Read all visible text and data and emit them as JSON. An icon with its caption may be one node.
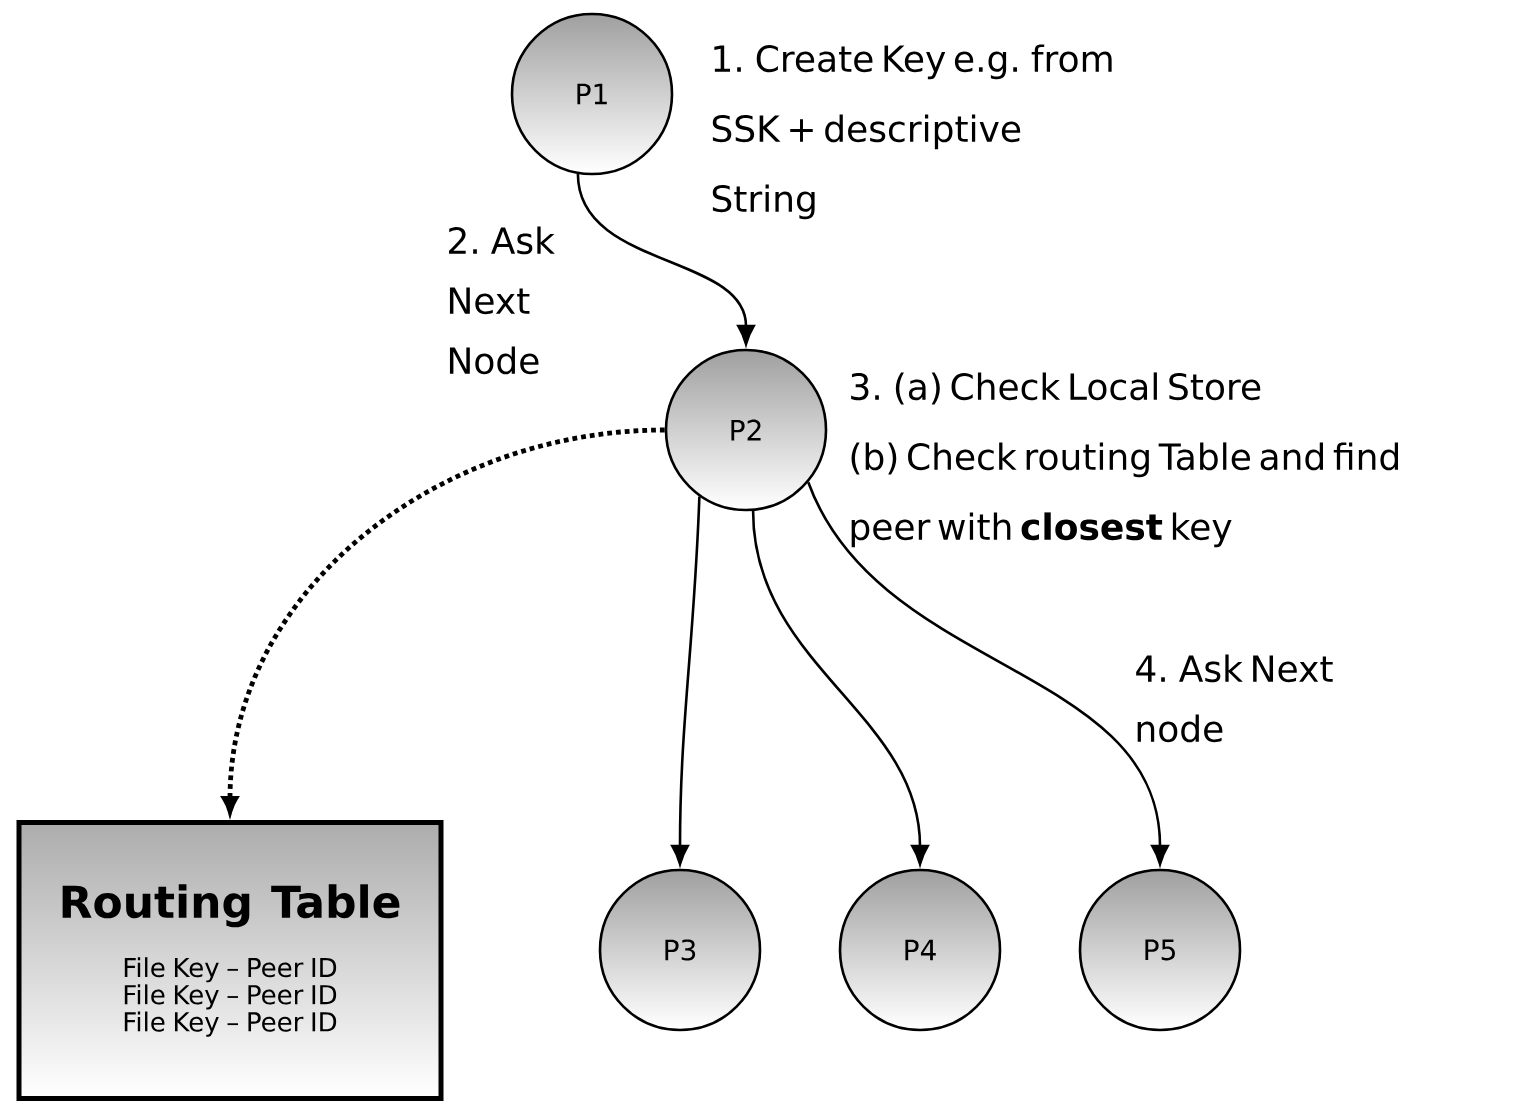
{
  "diagram": {
    "nodes": [
      {
        "text": [
          "P1"
        ],
        "beside": [
          "1. Create Key e.g. from SSK + descriptive String"
        ]
      },
      {
        "text": [
          "P2"
        ],
        "beside": [
          "3. (a) Check Local Store",
          "(b) Check routing Table and find peer with **closest** key"
        ]
      },
      {
        "text": [
          "Routing Table",
          "File Key – Peer ID",
          "File Key – Peer ID",
          "File Key – Peer ID"
        ]
      },
      {
        "text": [
          "P3"
        ]
      },
      {
        "text": [
          "P4"
        ]
      },
      {
        "text": [
          "P5"
        ]
      }
    ],
    "edges": [
      {
        "from": 0,
        "to": 1,
        "arrow": "to",
        "label": "2. Ask Next Node"
      },
      {
        "from": 1,
        "to": 2,
        "arrow": "to",
        "style": "dashed"
      },
      {
        "from": 1,
        "to": 3,
        "arrow": "to"
      },
      {
        "from": 1,
        "to": 4,
        "arrow": "to"
      },
      {
        "from": 1,
        "to": 5,
        "arrow": "to",
        "label": "4. Ask Next node"
      }
    ]
  }
}
